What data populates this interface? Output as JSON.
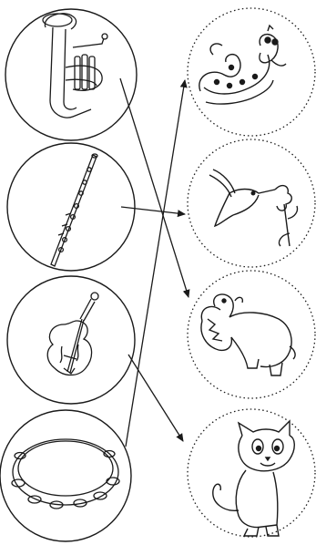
{
  "worksheet": {
    "instruments": [
      {
        "id": "tuba",
        "icon": "tuba-icon"
      },
      {
        "id": "flute",
        "icon": "flute-icon"
      },
      {
        "id": "violin",
        "icon": "violin-icon"
      },
      {
        "id": "tambourine",
        "icon": "tambourine-icon"
      }
    ],
    "animals": [
      {
        "id": "snake",
        "icon": "snake-icon"
      },
      {
        "id": "hummingbird",
        "icon": "hummingbird-icon"
      },
      {
        "id": "hippo",
        "icon": "hippo-icon"
      },
      {
        "id": "cat",
        "icon": "cat-icon"
      }
    ],
    "matches": [
      {
        "from": "tuba",
        "to": "hippo"
      },
      {
        "from": "flute",
        "to": "hummingbird"
      },
      {
        "from": "violin",
        "to": "cat"
      },
      {
        "from": "tambourine",
        "to": "snake"
      }
    ],
    "colors": {
      "ink": "#1a1a1a",
      "background": "#ffffff"
    }
  }
}
